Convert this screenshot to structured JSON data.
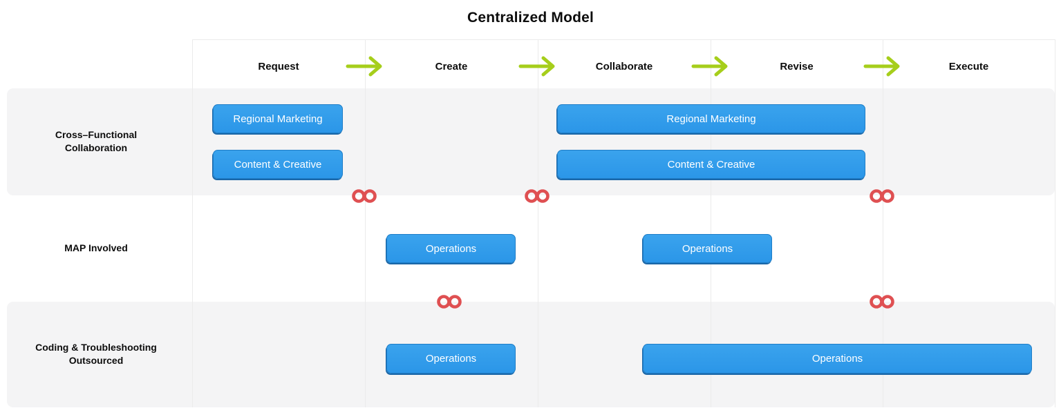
{
  "title": "Centralized Model",
  "columns": [
    "Request",
    "Create",
    "Collaborate",
    "Revise",
    "Execute"
  ],
  "rows": [
    {
      "label_line1": "Cross–Functional",
      "label_line2": "Collaboration"
    },
    {
      "label_line1": "MAP Involved",
      "label_line2": ""
    },
    {
      "label_line1": "Coding & Troubleshooting",
      "label_line2": "Outsourced"
    }
  ],
  "bars": [
    {
      "row": "Cross–Functional Collaboration",
      "phase": "Request",
      "label": "Regional Marketing"
    },
    {
      "row": "Cross–Functional Collaboration",
      "phase": "Request",
      "label": "Content & Creative"
    },
    {
      "row": "Cross–Functional Collaboration",
      "phase": "Collaborate–Revise",
      "label": "Regional Marketing"
    },
    {
      "row": "Cross–Functional Collaboration",
      "phase": "Collaborate–Revise",
      "label": "Content & Creative"
    },
    {
      "row": "MAP Involved",
      "phase": "Create",
      "label": "Operations"
    },
    {
      "row": "MAP Involved",
      "phase": "Collaborate–Revise",
      "label": "Operations"
    },
    {
      "row": "Coding & Troubleshooting Outsourced",
      "phase": "Create",
      "label": "Operations"
    },
    {
      "row": "Coding & Troubleshooting Outsourced",
      "phase": "Collaborate–Execute",
      "label": "Operations"
    }
  ],
  "icons": {
    "flow_arrow": "right-arrow",
    "loop": "infinity"
  },
  "colors": {
    "bar_blue": "#2D9CEA",
    "bar_border": "#1E7DC7",
    "bar_shadow": "#1A67A8",
    "arrow_green": "#A6CE1B",
    "infinity_red": "#DF5052",
    "band_gray": "#F4F4F5",
    "grid_line": "#EBEBEB",
    "text": "#0D0D0D"
  }
}
